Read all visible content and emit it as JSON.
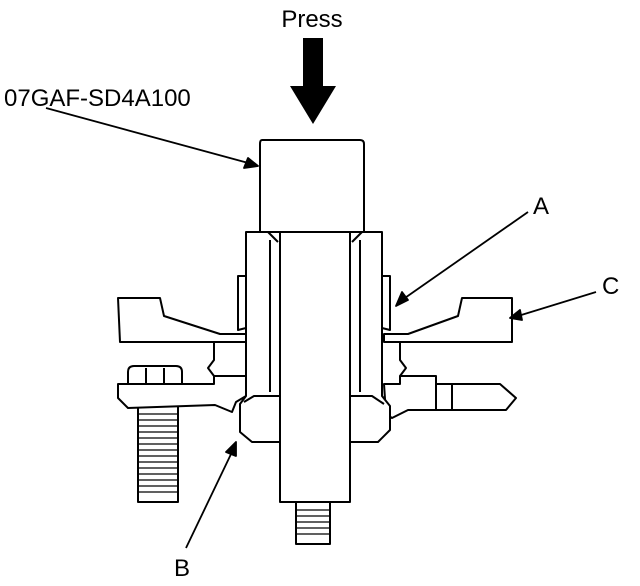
{
  "labels": {
    "press": "Press",
    "tool": "07GAF-SD4A100",
    "a": "A",
    "b": "B",
    "c": "C"
  },
  "colors": {
    "ink": "#000000",
    "paper": "#ffffff"
  }
}
